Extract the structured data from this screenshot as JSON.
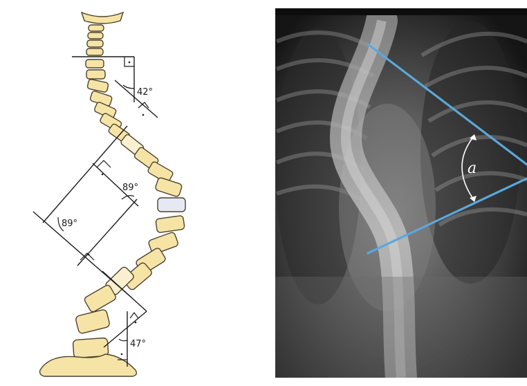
{
  "left_panel": {
    "angles": {
      "upper": "42°",
      "middle_right": "89°",
      "middle_left": "89°",
      "lower": "47°"
    }
  },
  "right_panel": {
    "angle_symbol": "a",
    "colors": {
      "cobb_line": "#5aa8dd",
      "vertebra_fill": "#f6e4a6",
      "apex_vertebra_fill": "#e6e8f4"
    }
  }
}
